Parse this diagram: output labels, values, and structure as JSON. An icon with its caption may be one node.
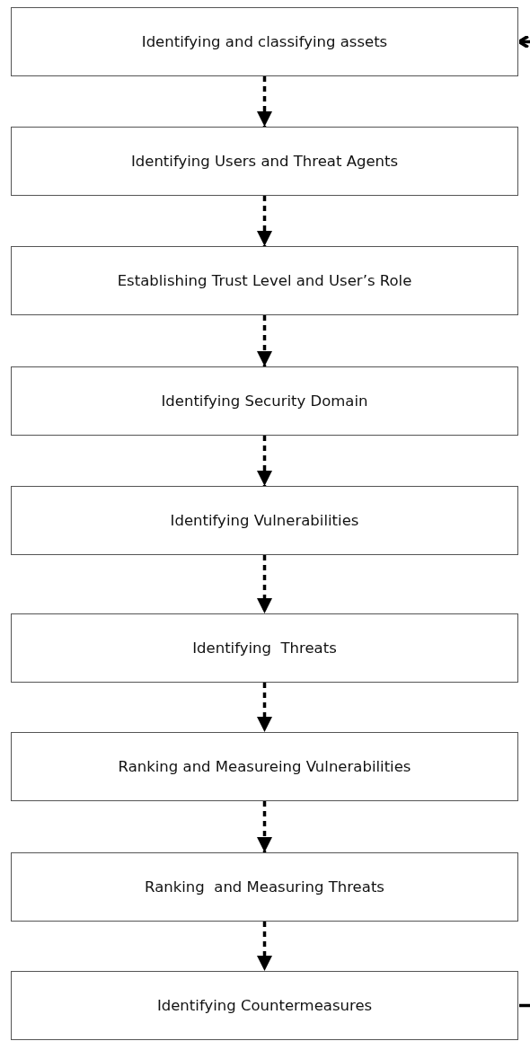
{
  "diagram": {
    "nodes": [
      {
        "text": [
          "Identifying and classifying assets"
        ]
      },
      {
        "text": [
          "Identifying Users and Threat Agents"
        ]
      },
      {
        "text": [
          "Establishing Trust Level and User’s Role"
        ]
      },
      {
        "text": [
          "Identifying Security Domain"
        ]
      },
      {
        "text": [
          "Identifying Vulnerabilities"
        ]
      },
      {
        "text": [
          "Identifying  Threats"
        ]
      },
      {
        "text": [
          "Ranking and Measureing Vulnerabilities"
        ]
      },
      {
        "text": [
          "Ranking  and Measuring Threats"
        ]
      },
      {
        "text": [
          "Identifying Countermeasures"
        ]
      }
    ],
    "edges": [
      {
        "from": 0,
        "to": 1,
        "arrow": "to",
        "style": "dashed"
      },
      {
        "from": 1,
        "to": 2,
        "arrow": "to",
        "style": "dashed"
      },
      {
        "from": 2,
        "to": 3,
        "arrow": "to",
        "style": "dashed"
      },
      {
        "from": 3,
        "to": 4,
        "arrow": "to",
        "style": "dashed"
      },
      {
        "from": 4,
        "to": 5,
        "arrow": "to",
        "style": "dashed"
      },
      {
        "from": 5,
        "to": 6,
        "arrow": "to",
        "style": "dashed"
      },
      {
        "from": 6,
        "to": 7,
        "arrow": "to",
        "style": "dashed"
      },
      {
        "from": 7,
        "to": 8,
        "arrow": "to",
        "style": "dashed"
      },
      {
        "from": null,
        "to": 0,
        "arrow": "to"
      },
      {
        "from": 8,
        "to": null,
        "arrow": "none"
      }
    ]
  }
}
